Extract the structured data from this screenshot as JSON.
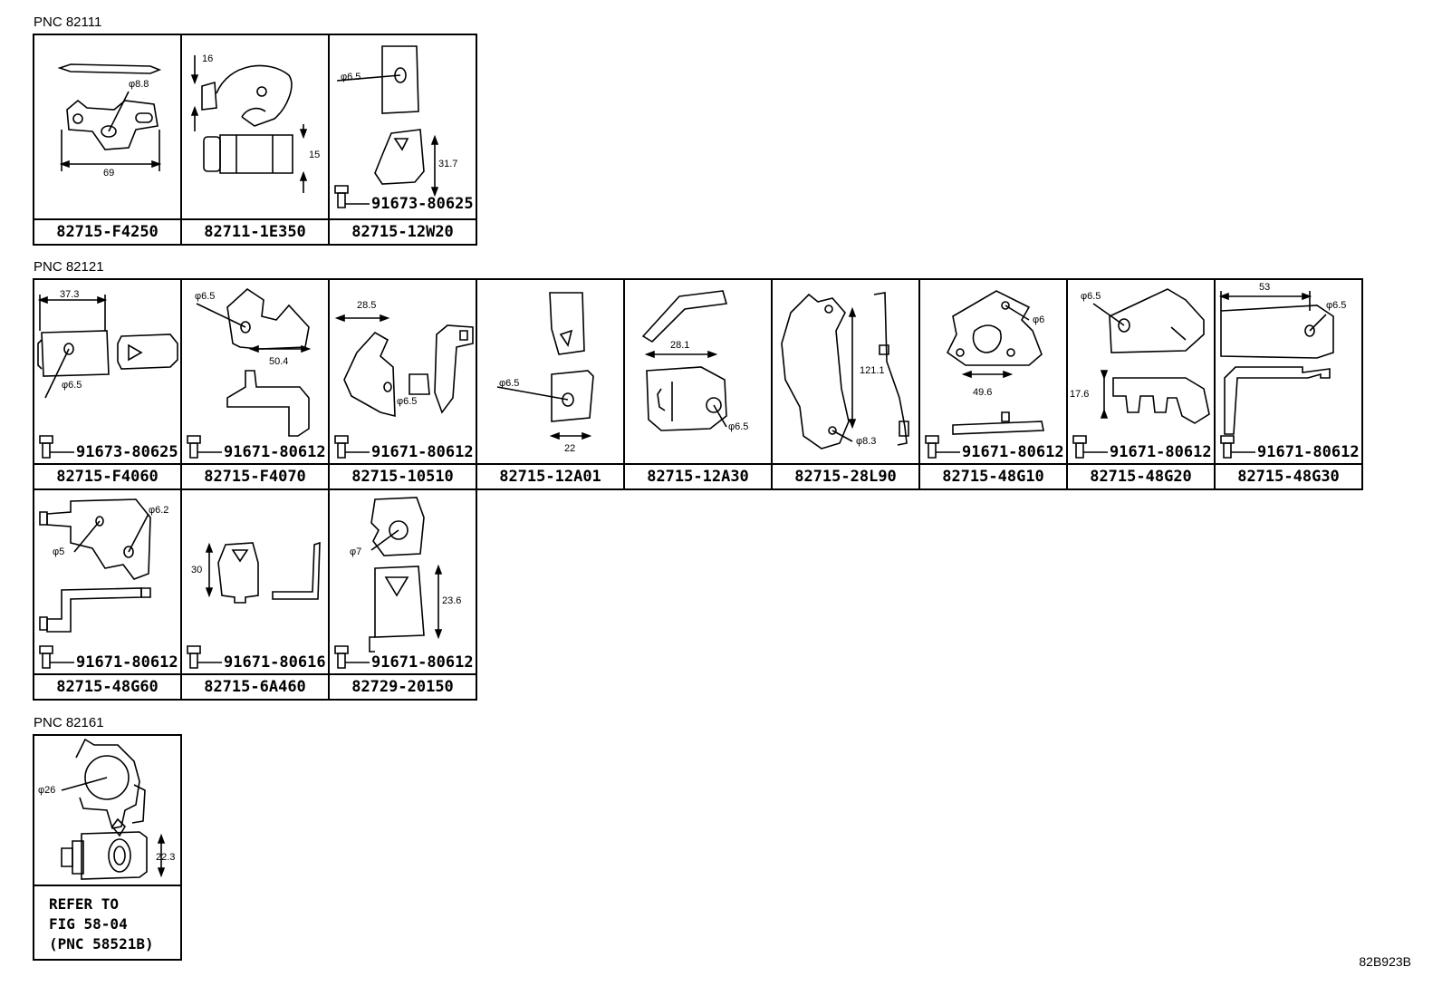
{
  "groups": [
    {
      "pnc": "PNC 82111",
      "parts": [
        {
          "label": "82715-F4250",
          "bolt": "",
          "dims": [
            "φ8.8",
            "69"
          ]
        },
        {
          "label": "82711-1E350",
          "bolt": "",
          "dims": [
            "16",
            "15"
          ]
        },
        {
          "label": "82715-12W20",
          "bolt": "91673-80625",
          "dims": [
            "φ6.5",
            "31.7"
          ]
        }
      ]
    },
    {
      "pnc": "PNC 82121",
      "parts": [
        {
          "label": "82715-F4060",
          "bolt": "91673-80625",
          "dims": [
            "37.3",
            "φ6.5"
          ]
        },
        {
          "label": "82715-F4070",
          "bolt": "91671-80612",
          "dims": [
            "φ6.5",
            "50.4"
          ]
        },
        {
          "label": "82715-10510",
          "bolt": "91671-80612",
          "dims": [
            "28.5",
            "φ6.5"
          ]
        },
        {
          "label": "82715-12A01",
          "bolt": "",
          "dims": [
            "φ6.5",
            "22"
          ]
        },
        {
          "label": "82715-12A30",
          "bolt": "",
          "dims": [
            "28.1",
            "φ6.5"
          ]
        },
        {
          "label": "82715-28L90",
          "bolt": "",
          "dims": [
            "121.1",
            "φ8.3"
          ]
        },
        {
          "label": "82715-48G10",
          "bolt": "91671-80612",
          "dims": [
            "φ6",
            "49.6"
          ]
        },
        {
          "label": "82715-48G20",
          "bolt": "91671-80612",
          "dims": [
            "φ6.5",
            "17.6"
          ]
        },
        {
          "label": "82715-48G30",
          "bolt": "91671-80612",
          "dims": [
            "53",
            "φ6.5"
          ]
        },
        {
          "label": "82715-48G60",
          "bolt": "91671-80612",
          "dims": [
            "φ6.2",
            "φ5"
          ]
        },
        {
          "label": "82715-6A460",
          "bolt": "91671-80616",
          "dims": [
            "30"
          ]
        },
        {
          "label": "82729-20150",
          "bolt": "91671-80612",
          "dims": [
            "φ7",
            "23.6"
          ]
        }
      ]
    },
    {
      "pnc": "PNC 82161",
      "parts": [
        {
          "label": "",
          "bolt": "",
          "dims": [
            "φ26",
            "22.3"
          ],
          "refer": [
            "REFER TO",
            "FIG 58-04",
            "(PNC 58521B)"
          ]
        }
      ]
    }
  ],
  "illustration_code": "82B923B"
}
